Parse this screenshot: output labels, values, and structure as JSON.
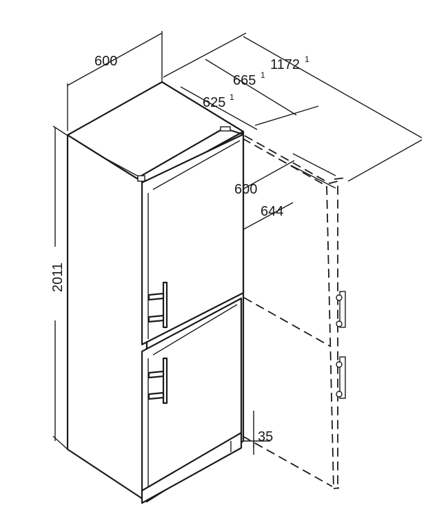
{
  "dimensions": {
    "width": "600",
    "height": "2011",
    "depth_total_open": "1172",
    "depth_total_open_note": "1",
    "depth_with_handle": "665",
    "depth_with_handle_note": "1",
    "depth_body": "625",
    "depth_body_note": "1",
    "door_width": "600",
    "door_open_clearance": "644",
    "plinth_height": "35"
  },
  "icons": {
    "handle": "door-handle-icon",
    "hinge": "hinge-icon"
  },
  "colors": {
    "line": "#1a1a1a",
    "background": "#ffffff"
  }
}
